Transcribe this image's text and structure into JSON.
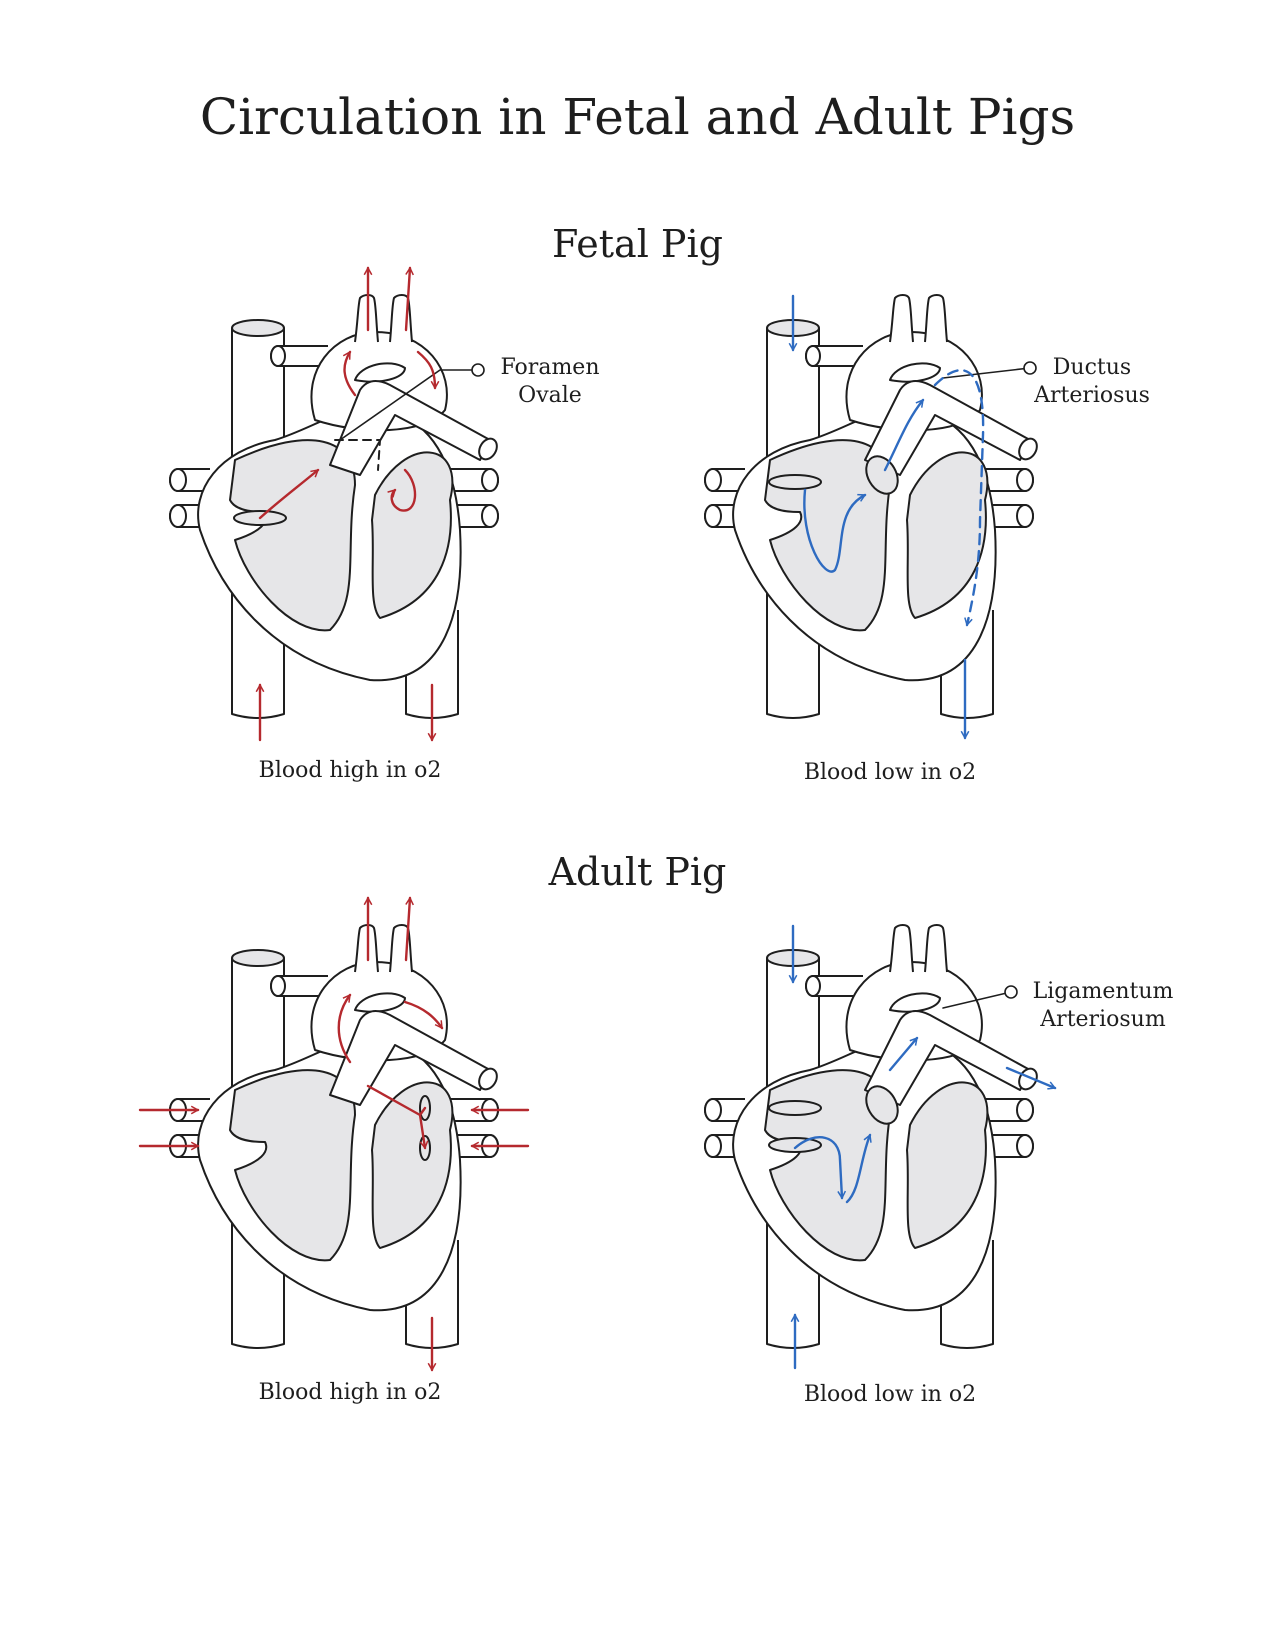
{
  "title": "Circulation in Fetal and Adult Pigs",
  "colors": {
    "oxygenated": "#b5292e",
    "deoxygenated": "#2e6bc1",
    "outline": "#1e1e1e",
    "chamber": "#e6e6e8"
  },
  "sections": {
    "fetal": {
      "heading": "Fetal Pig",
      "left": {
        "caption": "Blood high in o2",
        "label": [
          "Foramen",
          "Ovale"
        ]
      },
      "right": {
        "caption": "Blood low in o2",
        "label": [
          "Ductus",
          "Arteriosus"
        ]
      }
    },
    "adult": {
      "heading": "Adult Pig",
      "left": {
        "caption": "Blood high in o2"
      },
      "right": {
        "caption": "Blood low in o2",
        "label": [
          "Ligamentum",
          "Arteriosum"
        ]
      }
    }
  }
}
